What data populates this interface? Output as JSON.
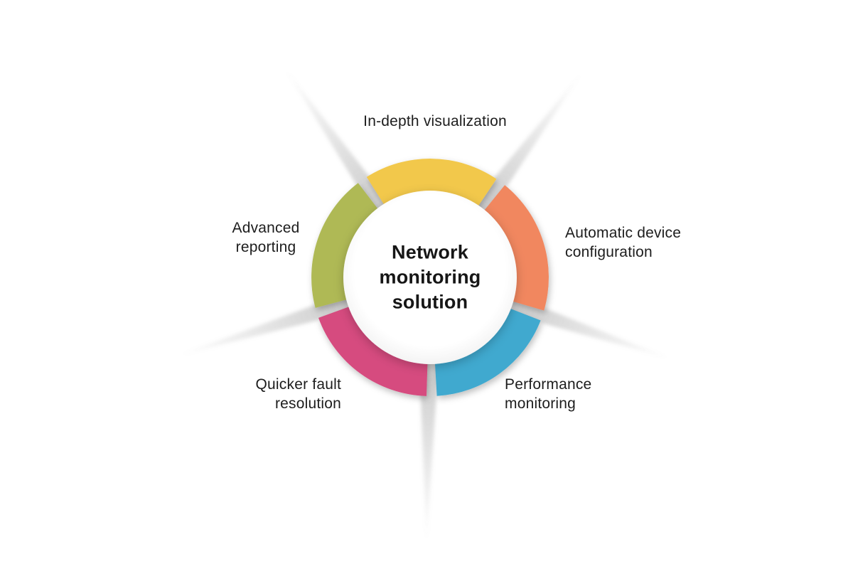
{
  "diagram": {
    "type": "circular-pinwheel",
    "background": "#ffffff",
    "center": {
      "title": "Network monitoring solution"
    },
    "segments": [
      {
        "id": "in-depth-visualization",
        "label": "In-depth visualization",
        "color": "#F2C84B",
        "position": "top"
      },
      {
        "id": "automatic-device-configuration",
        "label": "Automatic device configuration",
        "color": "#F1875F",
        "position": "right"
      },
      {
        "id": "performance-monitoring",
        "label": "Performance monitoring",
        "color": "#3FA9CF",
        "position": "bottom-right"
      },
      {
        "id": "quicker-fault-resolution",
        "label": "Quicker fault resolution",
        "color": "#D64B7F",
        "position": "bottom-left"
      },
      {
        "id": "advanced-reporting",
        "label": "Advanced reporting",
        "color": "#AFB954",
        "position": "left"
      }
    ]
  }
}
